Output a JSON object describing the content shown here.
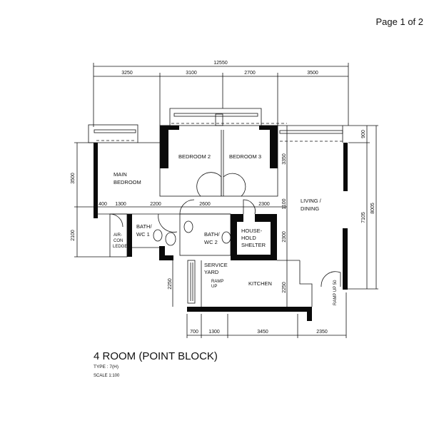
{
  "page_label": "Page 1 of 2",
  "title": "4 ROOM (POINT BLOCK)",
  "type_line": "TYPE : 7(H)",
  "scale_line": "SCALE  1:100",
  "rooms": {
    "main_bedroom_1": "MAIN",
    "main_bedroom_2": "BEDROOM",
    "bedroom2": "BEDROOM 2",
    "bedroom3": "BEDROOM 3",
    "living_1": "LIVING  /",
    "living_2": "DINING",
    "bath1_1": "BATH/",
    "bath1_2": "WC 1",
    "bath2_1": "BATH/",
    "bath2_2": "WC 2",
    "aircon_1": "AIR-",
    "aircon_2": "CON",
    "aircon_3": "LEDGE",
    "shelter_1": "HOUSE-",
    "shelter_2": "HOLD",
    "shelter_3": "SHELTER",
    "service_1": "SERVICE",
    "service_2": "YARD",
    "kitchen": "KITCHEN",
    "ramp_1": "RAMP",
    "ramp_2": "UP",
    "ramp_50": "RAMP UP 50"
  },
  "dimensions": {
    "overall_top": "12550",
    "top": [
      "3250",
      "3100",
      "2700",
      "3500"
    ],
    "mid": [
      "400",
      "1300",
      "2200",
      "2600",
      "2300"
    ],
    "bottom": [
      "700",
      "1300",
      "3450",
      "2350"
    ],
    "left": [
      "3500",
      "2100"
    ],
    "center": [
      "3350",
      "1100",
      "2300",
      "2250"
    ],
    "left_lower": "2250",
    "right": [
      "900",
      "7105",
      "8005"
    ]
  }
}
